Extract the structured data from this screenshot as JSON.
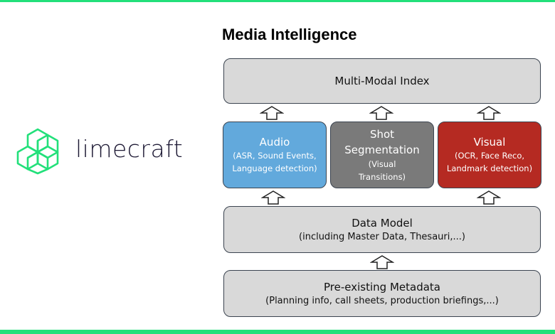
{
  "brand": {
    "name": "limecraft",
    "logo_icon": "hexagon-cube-logo-icon",
    "accent_color": "#22e07a"
  },
  "diagram": {
    "title": "Media Intelligence",
    "index_box": {
      "label": "Multi-Modal Index"
    },
    "modules": [
      {
        "title": "Audio",
        "subtitle": "(ASR, Sound Events, Language detection)",
        "color": "#62a9dc"
      },
      {
        "title": "Shot Segmentation",
        "subtitle": "(Visual Transitions)",
        "color": "#7a7a7a"
      },
      {
        "title": "Visual",
        "subtitle": "(OCR, Face Reco, Landmark detection)",
        "color": "#b52a22"
      }
    ],
    "data_model": {
      "title": "Data Model",
      "subtitle": "(including Master Data, Thesauri,...)"
    },
    "pre_existing": {
      "title": "Pre-existing Metadata",
      "subtitle": "(Planning info, call sheets, production briefings,...)"
    },
    "arrow_icon": "up-arrow-icon"
  }
}
